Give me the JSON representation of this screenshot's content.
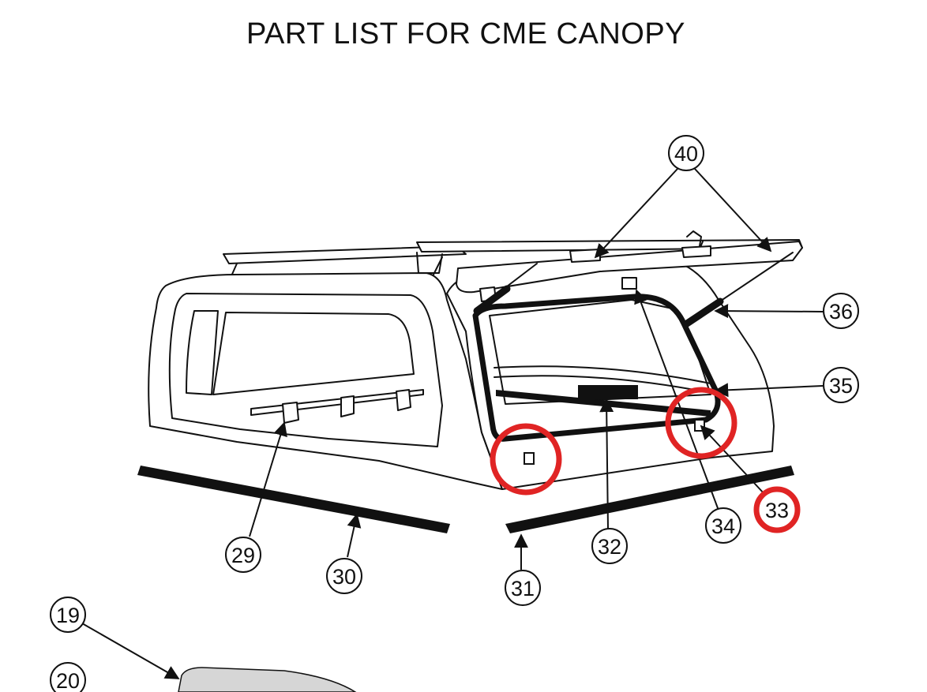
{
  "title": "PART LIST FOR CME CANOPY",
  "colors": {
    "line": "#111111",
    "highlight": "#e02424",
    "panel_fill": "#d6d6d6"
  },
  "callouts": [
    {
      "id": "19",
      "label": "19",
      "highlighted": false
    },
    {
      "id": "20",
      "label": "20",
      "highlighted": false
    },
    {
      "id": "29",
      "label": "29",
      "highlighted": false
    },
    {
      "id": "30",
      "label": "30",
      "highlighted": false
    },
    {
      "id": "31",
      "label": "31",
      "highlighted": false
    },
    {
      "id": "32",
      "label": "32",
      "highlighted": false
    },
    {
      "id": "33",
      "label": "33",
      "highlighted": true
    },
    {
      "id": "34",
      "label": "34",
      "highlighted": false
    },
    {
      "id": "35",
      "label": "35",
      "highlighted": false
    },
    {
      "id": "36",
      "label": "36",
      "highlighted": false
    },
    {
      "id": "40",
      "label": "40",
      "highlighted": false
    }
  ],
  "highlight_markers": [
    {
      "id": "left-lock",
      "part": "33"
    },
    {
      "id": "right-lock",
      "part": "33"
    }
  ]
}
